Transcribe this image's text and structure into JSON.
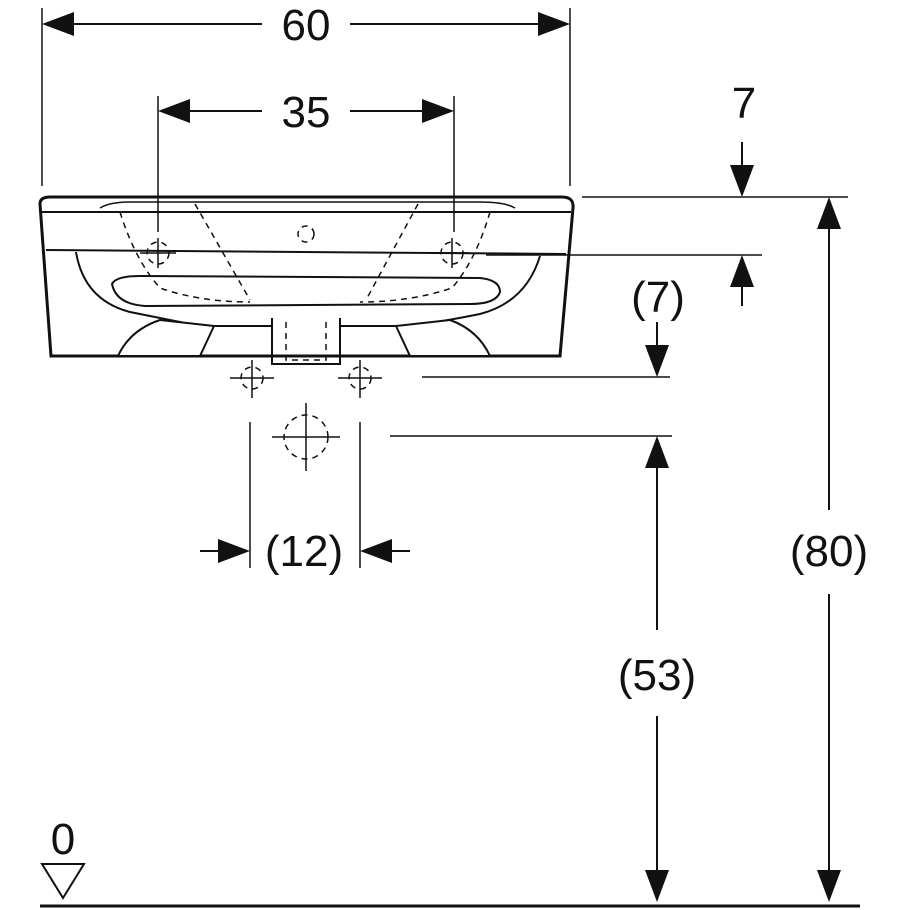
{
  "dimensions": {
    "overall_width": "60",
    "tap_hole_spacing": "35",
    "rim_thickness": "7",
    "waste_offset": "(7)",
    "supply_spacing": "(12)",
    "rim_height": "(80)",
    "waste_height": "(53)",
    "floor_level": "0"
  },
  "colors": {
    "line": "#111111",
    "background": "#ffffff"
  }
}
